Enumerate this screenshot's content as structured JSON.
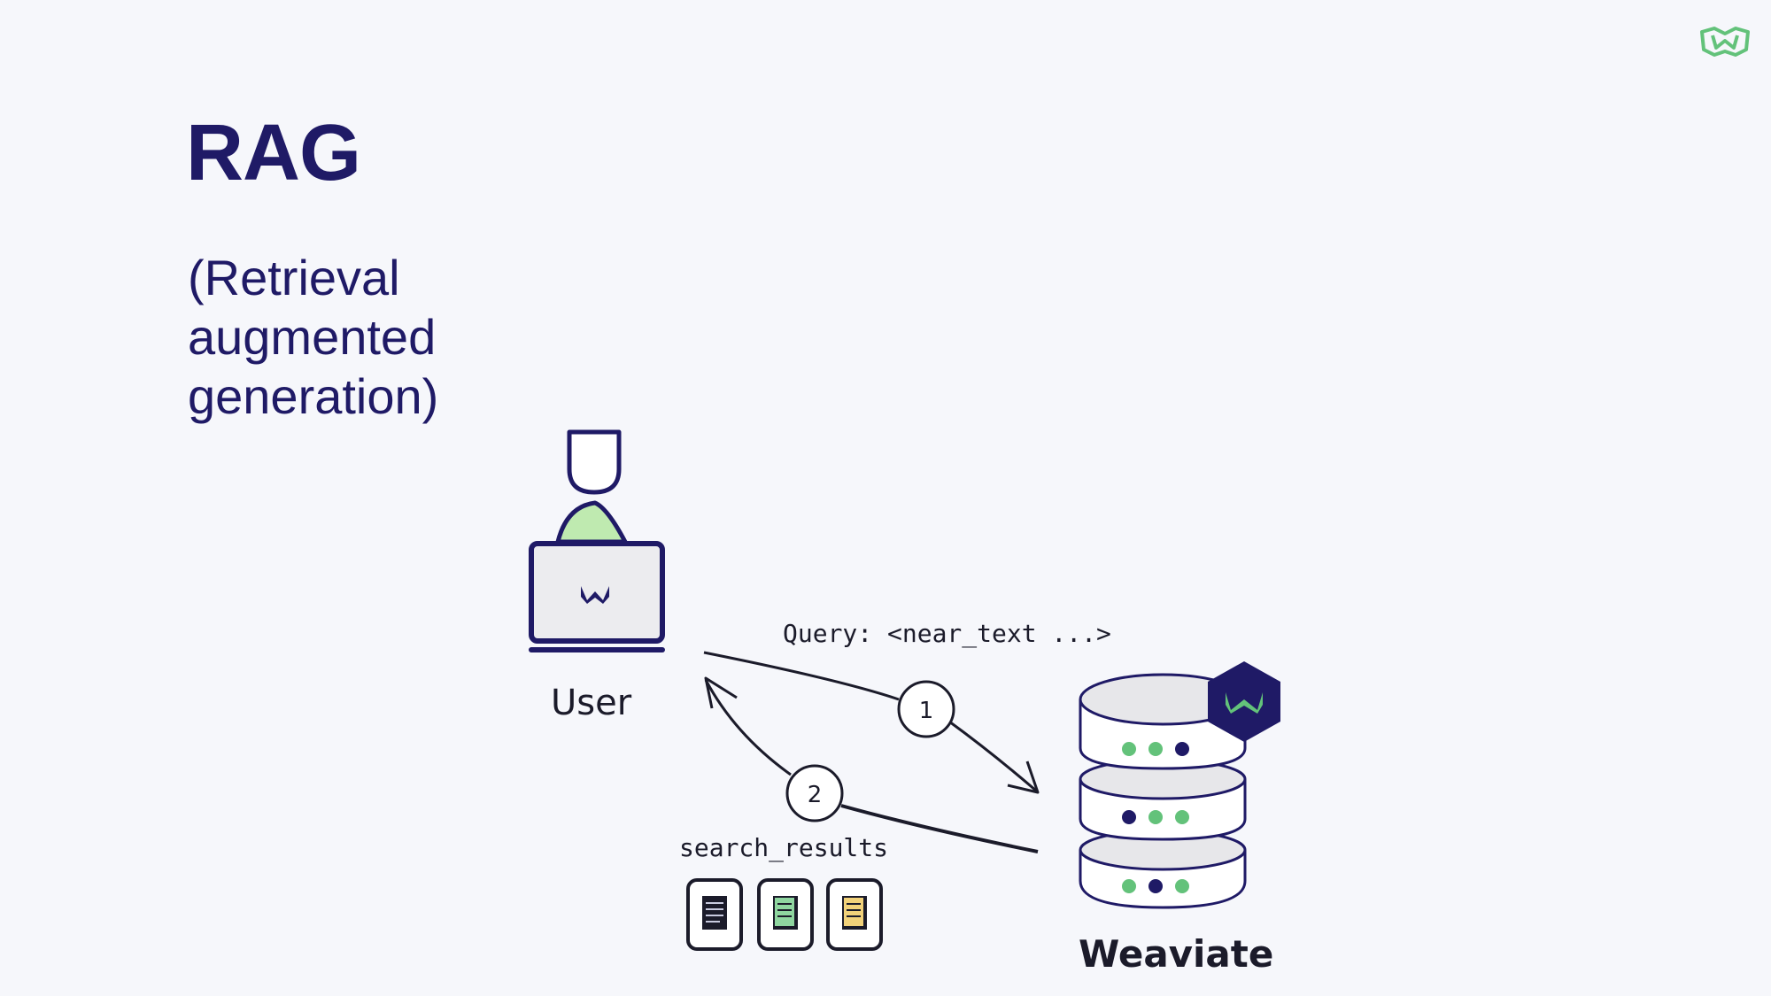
{
  "slide": {
    "title": "RAG",
    "subtitle_lines": [
      "(Retrieval",
      "augmented",
      "generation)"
    ]
  },
  "diagram": {
    "user_label": "User",
    "db_label": "Weaviate",
    "query_label": "Query: <near_text ...>",
    "results_label": "search_results",
    "step1": "1",
    "step2": "2"
  },
  "colors": {
    "navy": "#1f1a66",
    "green": "#63c27a",
    "light_green": "#bfeab0",
    "background": "#f6f7fb"
  },
  "icons": [
    "weaviate-logo-icon",
    "user-icon",
    "laptop-icon",
    "database-icon",
    "document-icon"
  ]
}
